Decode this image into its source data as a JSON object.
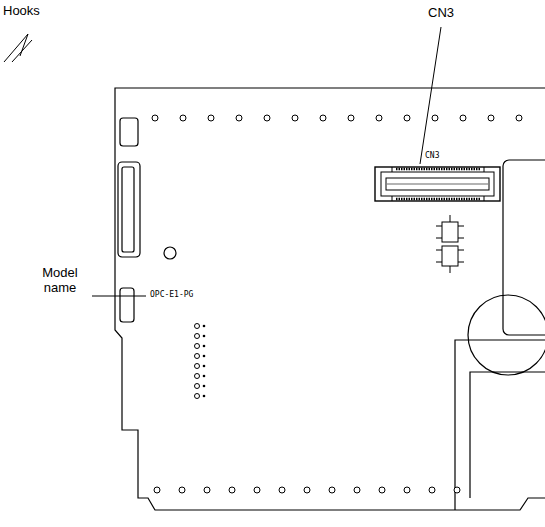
{
  "diagram": {
    "labels": [
      "Hooks",
      "CN3",
      "CN3",
      "Model name",
      "OPC-E1-PG"
    ]
  }
}
